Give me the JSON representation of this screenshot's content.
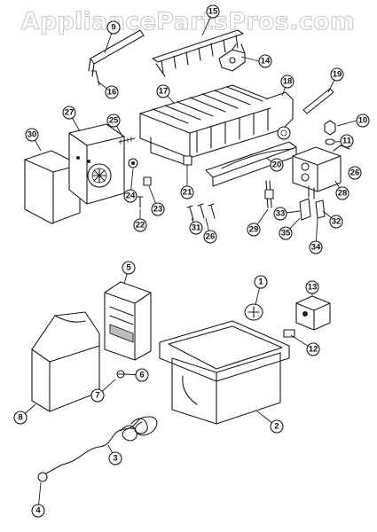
{
  "watermark": "AppliancePartsPros.com",
  "callouts": {
    "c1": "1",
    "c2": "2",
    "c3": "3",
    "c4": "4",
    "c5": "5",
    "c6": "6",
    "c7": "7",
    "c8": "8",
    "c9": "9",
    "c10": "10",
    "c11": "11",
    "c12": "12",
    "c13": "13",
    "c14": "14",
    "c15": "15",
    "c16": "16",
    "c17": "17",
    "c18": "18",
    "c19": "19",
    "c20": "20",
    "c21": "21",
    "c22": "22",
    "c23": "23",
    "c24": "24",
    "c25": "25",
    "c26a": "26",
    "c26b": "26",
    "c27": "27",
    "c28": "28",
    "c29": "29",
    "c30": "30",
    "c31": "31",
    "c32": "32",
    "c33": "33",
    "c34": "34",
    "c35": "35"
  },
  "colors": {
    "line": "#1a1a1a",
    "shade": "#bdbdbd",
    "watermark_outline": "#c9c9c9"
  }
}
